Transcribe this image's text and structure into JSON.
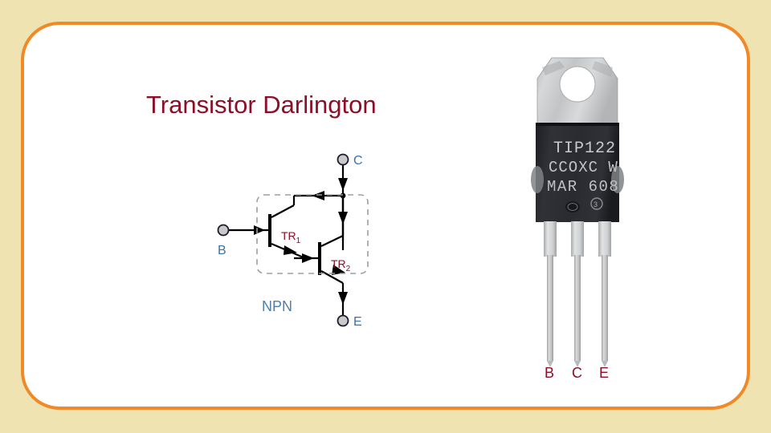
{
  "slide": {
    "title": "Transistor Darlington",
    "background_color": "#f0e3b2",
    "panel_color": "#ffffff",
    "panel_border_color": "#f08a28",
    "title_color": "#8c0f27"
  },
  "circuit": {
    "label_npn": "NPN",
    "label_color": "#3c72a8",
    "transistor_label_color": "#8c0f27",
    "terminals": [
      {
        "name": "base",
        "label": "B"
      },
      {
        "name": "collector",
        "label": "C"
      },
      {
        "name": "emitter",
        "label": "E"
      }
    ],
    "transistors": [
      {
        "name": "tr1",
        "label": "TR",
        "subscript": "1"
      },
      {
        "name": "tr2",
        "label": "TR",
        "subscript": "2"
      }
    ]
  },
  "photo": {
    "part_number": "TIP122",
    "marking_line2": "CCOXC W",
    "marking_line3": "MAR 608",
    "body_color": "#26272b",
    "tab_color": "#c8c8c8",
    "pin_color": "#c4c6c8",
    "pin_label_color": "#8c0f27",
    "pins": [
      {
        "name": "pin-base",
        "label": "B"
      },
      {
        "name": "pin-collector",
        "label": "C"
      },
      {
        "name": "pin-emitter",
        "label": "E"
      }
    ]
  }
}
